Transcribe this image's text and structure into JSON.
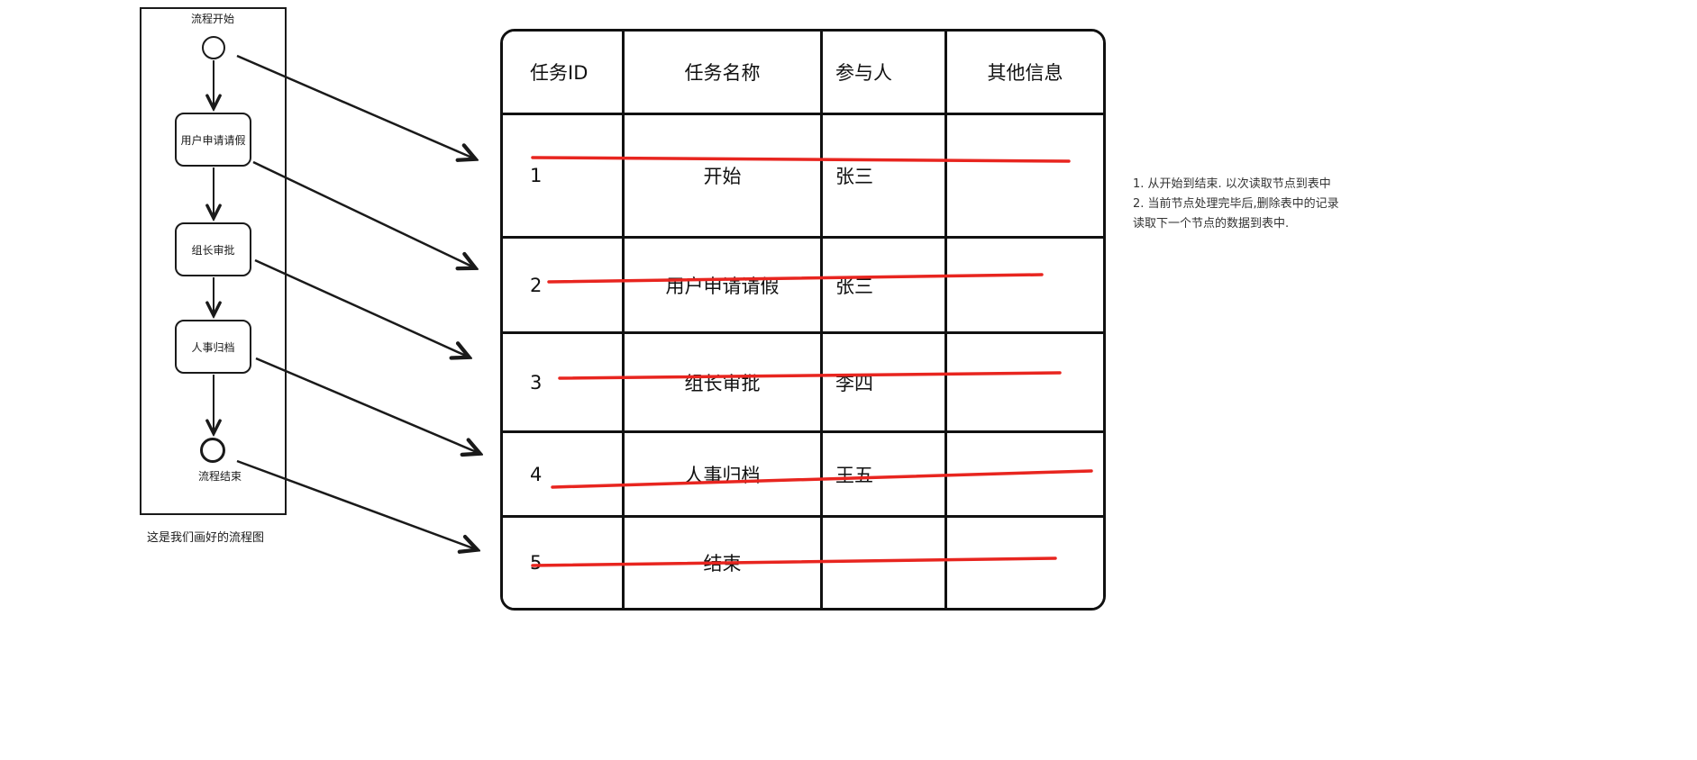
{
  "colors": {
    "stroke": "#1a1a1a",
    "table_border": "#111111",
    "strike_red": "#e8251f",
    "background": "#ffffff"
  },
  "flowchart": {
    "start_label": "流程开始",
    "end_label": "流程结束",
    "nodes": [
      {
        "label": "用户申请请假"
      },
      {
        "label": "组长审批"
      },
      {
        "label": "人事归档"
      }
    ],
    "caption": "这是我们画好的流程图"
  },
  "table": {
    "headers": [
      "任务ID",
      "任务名称",
      "参与人",
      "其他信息"
    ],
    "rows": [
      {
        "id": "1",
        "name": "开始",
        "participant": "张三",
        "other": "",
        "struck": true
      },
      {
        "id": "2",
        "name": "用户申请请假",
        "participant": "张三",
        "other": "",
        "struck": true
      },
      {
        "id": "3",
        "name": "组长审批",
        "participant": "李四",
        "other": "",
        "struck": true
      },
      {
        "id": "4",
        "name": "人事归档",
        "participant": "王五",
        "other": "",
        "struck": true
      },
      {
        "id": "5",
        "name": "结束",
        "participant": "",
        "other": "",
        "struck": true
      }
    ]
  },
  "notes": {
    "line1": "1. 从开始到结束. 以次读取节点到表中",
    "line2": "2. 当前节点处理完毕后,删除表中的记录",
    "line3": "读取下一个节点的数据到表中."
  }
}
